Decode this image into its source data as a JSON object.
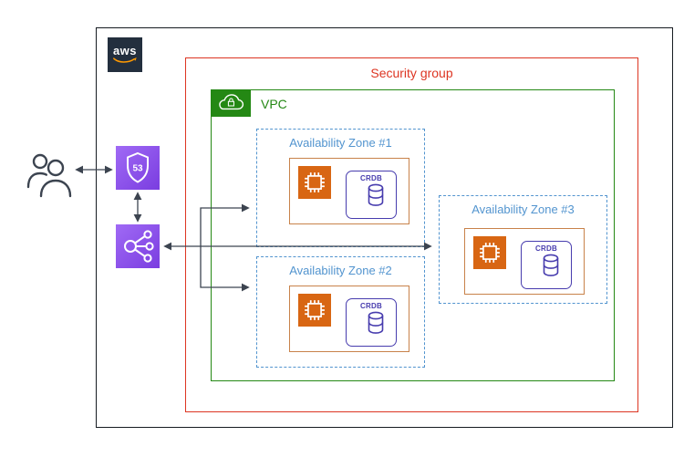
{
  "aws_cloud": {
    "logo_text": "aws"
  },
  "security_group": {
    "label": "Security group",
    "color": "#dd3522"
  },
  "vpc": {
    "label": "VPC",
    "color": "#248814"
  },
  "availability_zones": [
    {
      "label": "Availability Zone #1"
    },
    {
      "label": "Availability Zone #2"
    },
    {
      "label": "Availability Zone #3"
    }
  ],
  "nodes": {
    "users": {
      "icon": "users-icon"
    },
    "route53": {
      "icon": "route53-shield-icon",
      "label": "53"
    },
    "load_balancer": {
      "icon": "load-balancer-icon"
    },
    "ec2": {
      "icon": "ec2-chip-icon"
    },
    "crdb": {
      "label": "CRDB",
      "icon": "database-cylinder-icon"
    }
  },
  "colors": {
    "security_group_red": "#dd3522",
    "vpc_green": "#248814",
    "availability_zone_blue": "#5294cf",
    "compute_orange": "#d86613",
    "network_purple": "#8c4fff",
    "crdb_indigo": "#473cae",
    "instance_group_border": "#c8824a",
    "arrow_gray": "#3c4450",
    "aws_dark": "#232f3e",
    "aws_orange": "#ff9900"
  }
}
